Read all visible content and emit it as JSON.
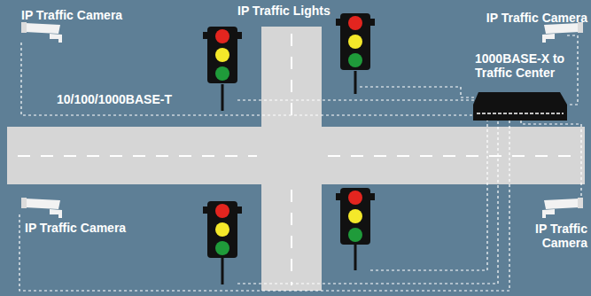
{
  "diagram": {
    "labels": [
      "IP Traffic Camera",
      "IP Traffic Lights",
      "IP Traffic Camera",
      "1000BASE-X to Traffic Center",
      "10/100/1000BASE-T",
      "IP Traffic Camera",
      "IP Traffic Camera"
    ]
  }
}
